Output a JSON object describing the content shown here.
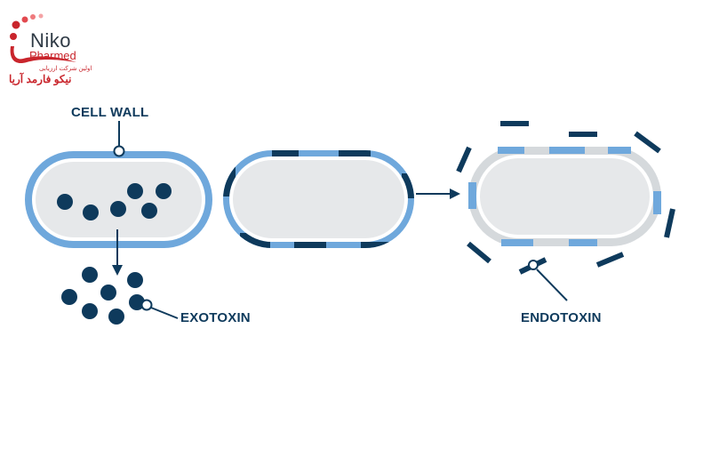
{
  "labels": {
    "cell_wall": "CELL WALL",
    "exotoxin": "EXOTOXIN",
    "endotoxin": "ENDOTOXIN"
  },
  "logo": {
    "name": "Niko",
    "subname": "Pharmed",
    "tagline_fa": "اولین شرکت ارزیابی",
    "name_fa": "نیکو فارمد آریا"
  },
  "colors": {
    "wall": "#6fa8dc",
    "inner": "#e6e8ea",
    "toxin": "#0e3a5c",
    "fragment": "#d5d9dc",
    "logo_red": "#c9252c"
  }
}
